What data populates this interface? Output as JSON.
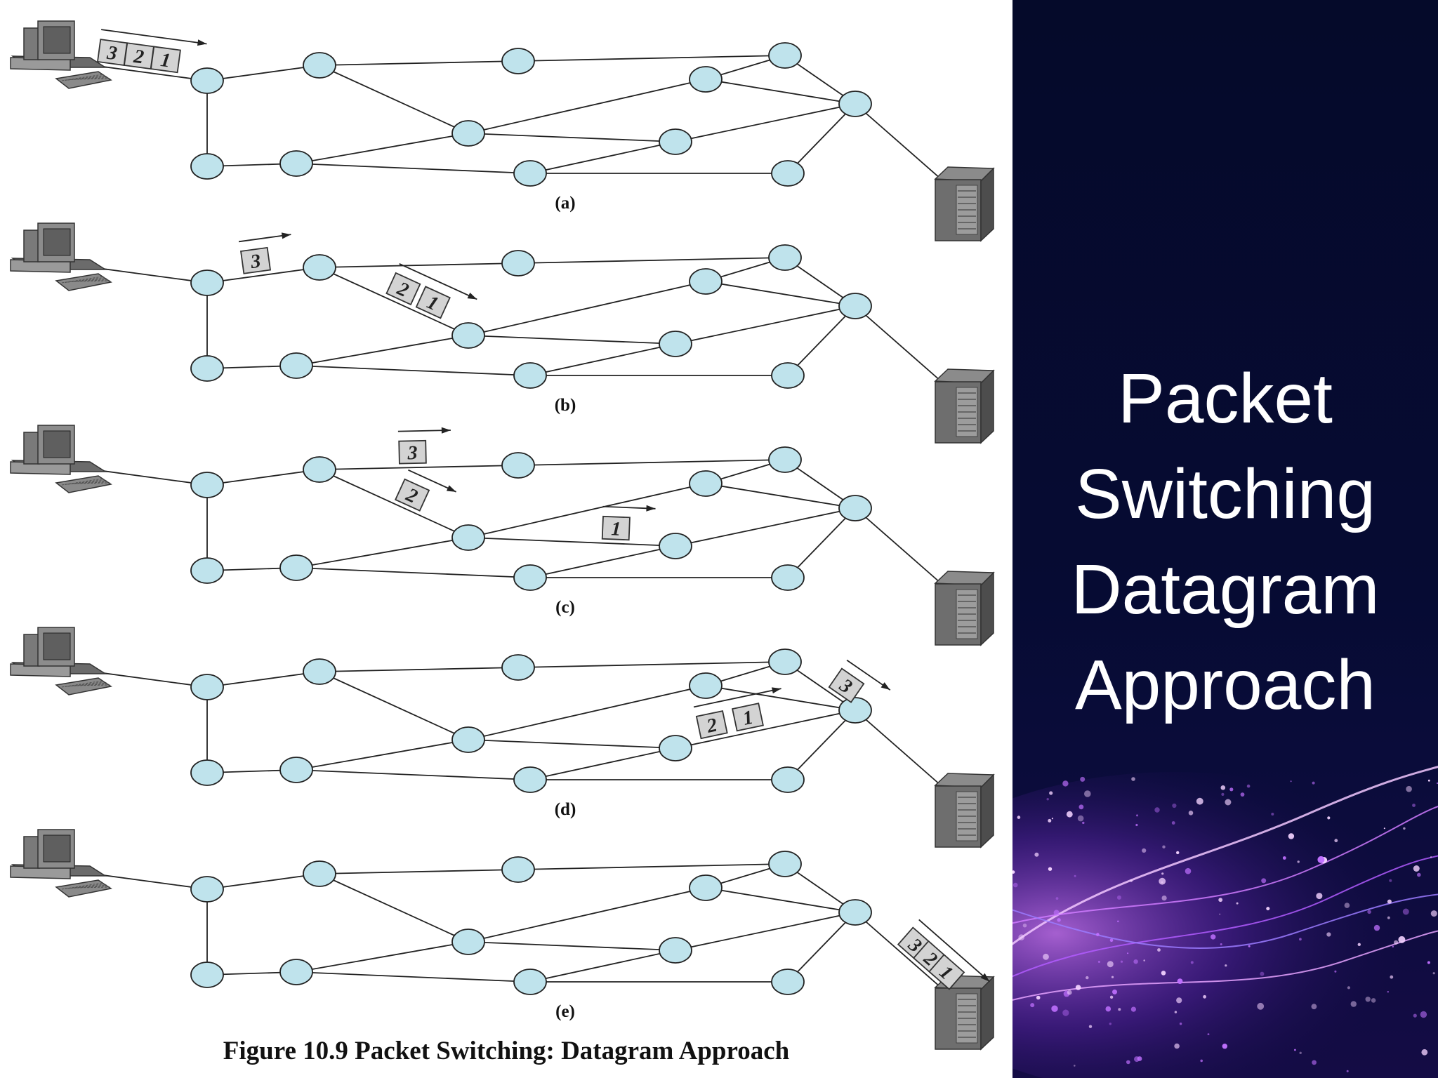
{
  "slide": {
    "title_lines": [
      "Packet",
      "Switching",
      "Datagram",
      "Approach"
    ]
  },
  "figure": {
    "caption": "Figure 10.9  Packet Switching: Datagram Approach",
    "panels": [
      {
        "label": "(a)",
        "packets": [
          {
            "text": "3",
            "link": "src-A",
            "t": 0.31
          },
          {
            "text": "2",
            "link": "src-A",
            "t": 0.5
          },
          {
            "text": "1",
            "link": "src-A",
            "t": 0.69
          }
        ]
      },
      {
        "label": "(b)",
        "packets": [
          {
            "text": "3",
            "link": "A-B",
            "t": 0.45
          },
          {
            "text": "2",
            "link": "B-D",
            "t": 0.52
          },
          {
            "text": "1",
            "link": "B-D",
            "t": 0.72
          }
        ]
      },
      {
        "label": "(c)",
        "packets": [
          {
            "text": "3",
            "link": "B-C",
            "t": 0.47
          },
          {
            "text": "2",
            "link": "B-D",
            "t": 0.58
          },
          {
            "text": "1",
            "link": "D-H",
            "t": 0.71
          }
        ]
      },
      {
        "label": "(d)",
        "packets": [
          {
            "text": "3",
            "link": "G-J",
            "t": 0.75
          },
          {
            "text": "2",
            "link": "H-J",
            "t": 0.22
          },
          {
            "text": "1",
            "link": "H-J",
            "t": 0.42
          }
        ]
      },
      {
        "label": "(e)",
        "packets": [
          {
            "text": "3",
            "link": "J-dst",
            "t": 0.55
          },
          {
            "text": "2",
            "link": "J-dst",
            "t": 0.72
          },
          {
            "text": "1",
            "link": "J-dst",
            "t": 0.89
          }
        ]
      }
    ]
  },
  "colors": {
    "node_fill": "#bfe3ec",
    "packet_fill": "#d3d3d3",
    "title_text": "#ffffff",
    "panel_background": "#060b33",
    "glow": "#c35cff"
  }
}
